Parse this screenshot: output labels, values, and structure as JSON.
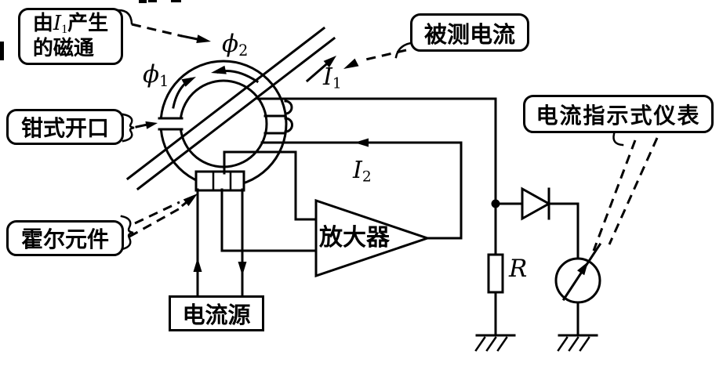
{
  "colors": {
    "ink": "#000000",
    "background": "#ffffff"
  },
  "callouts": {
    "flux_source": {
      "line1_pre": "由",
      "var": "I",
      "var_sub": "1",
      "line1_post": "产生",
      "line2": "的磁通"
    },
    "clamp_opening": {
      "text": "钳式开口"
    },
    "hall_element": {
      "text": "霍尔元件"
    },
    "measured_current": {
      "text": "被测电流"
    },
    "indicator_meter": {
      "text": "电流指示式仪表"
    }
  },
  "components": {
    "current_source": {
      "label": "电流源"
    },
    "amplifier": {
      "label": "放大器"
    },
    "resistor": {
      "label": "R"
    }
  },
  "annotations": {
    "phi1": {
      "base": "ϕ",
      "sub": "1"
    },
    "phi2": {
      "base": "ϕ",
      "sub": "2"
    },
    "i1": {
      "base": "I",
      "sub": "1"
    },
    "i2": {
      "base": "I",
      "sub": "2"
    }
  }
}
